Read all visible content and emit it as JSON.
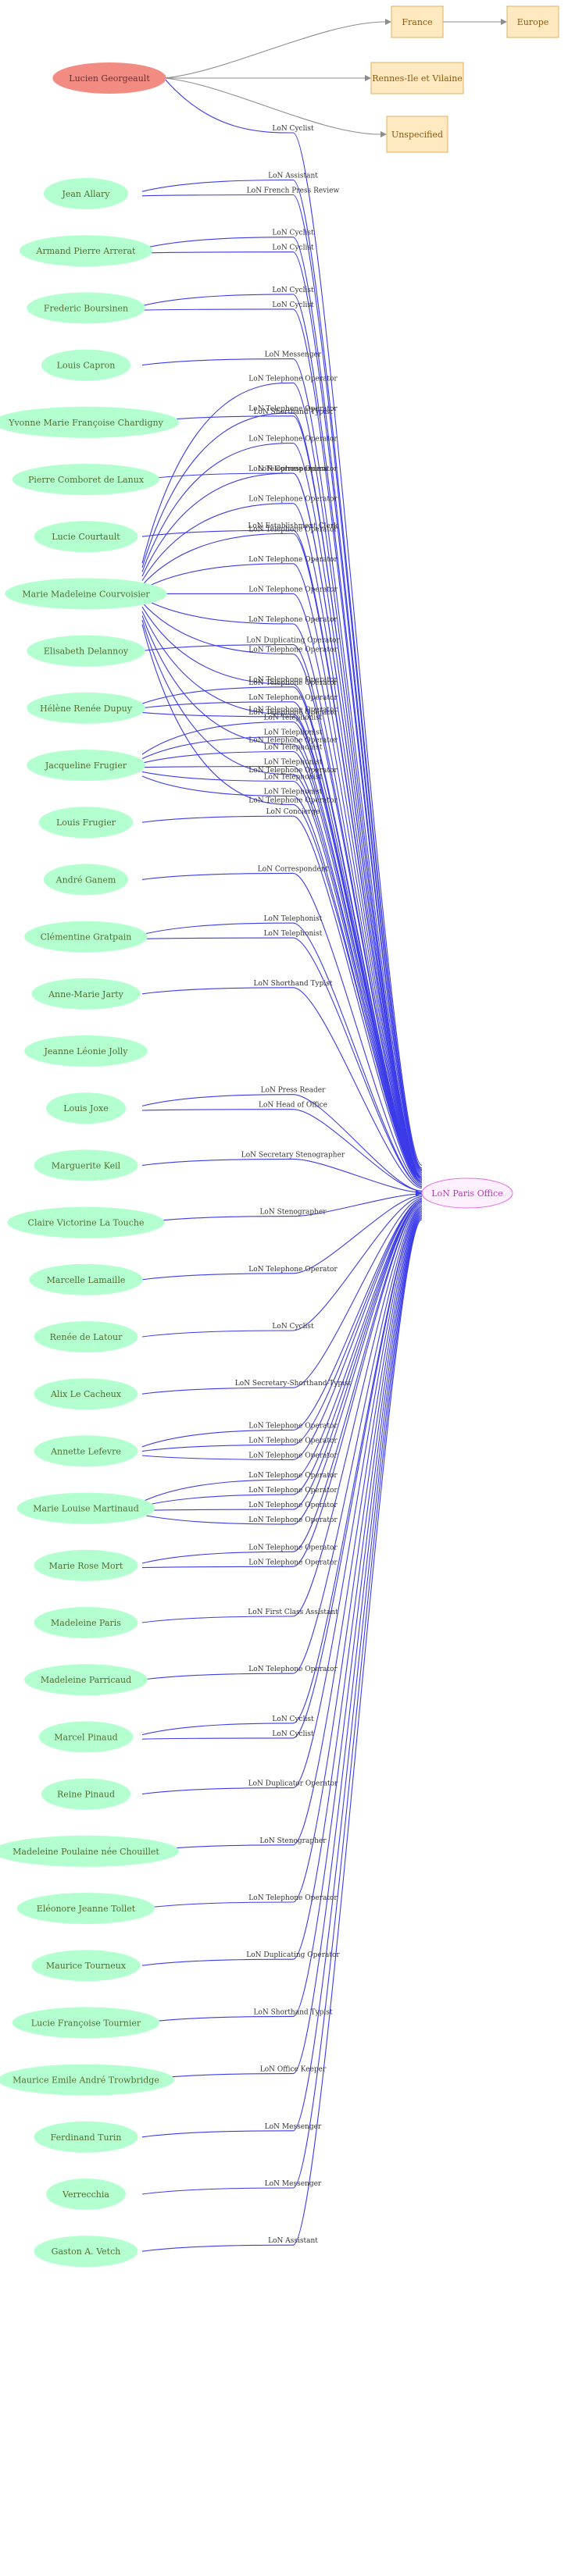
{
  "graph": {
    "central_node": "LoN Paris Office",
    "root_node": "Lucien Georgeault",
    "location_nodes": [
      "France",
      "Europe",
      "Rennes-Ile et Vilaine",
      "Unspecified"
    ],
    "location_edges": [
      {
        "from": "Lucien Georgeault",
        "to": "France"
      },
      {
        "from": "France",
        "to": "Europe"
      },
      {
        "from": "Lucien Georgeault",
        "to": "Rennes-Ile et Vilaine"
      },
      {
        "from": "Lucien Georgeault",
        "to": "Unspecified"
      }
    ],
    "people": [
      {
        "name": "Lucien Georgeault",
        "roles": [
          "LoN Cyclist"
        ]
      },
      {
        "name": "Jean Allary",
        "roles": [
          "LoN Assistant",
          "LoN French Press Review"
        ]
      },
      {
        "name": "Armand Pierre Arrerat",
        "roles": [
          "LoN Cyclist",
          "LoN Cyclist"
        ]
      },
      {
        "name": "Frederic Boursinen",
        "roles": [
          "LoN Cyclist",
          "LoN Cyclist"
        ]
      },
      {
        "name": "Louis Capron",
        "roles": [
          "LoN Messenger"
        ]
      },
      {
        "name": "Yvonne Marie Françoise Chardigny",
        "roles": [
          "LoN Shorthand Typist"
        ]
      },
      {
        "name": "Pierre Comboret de Lanux",
        "roles": [
          "LoN Correspondent"
        ]
      },
      {
        "name": "Lucie Courtault",
        "roles": [
          "LoN Establishment Clerk"
        ]
      },
      {
        "name": "Marie Madeleine Courvoisier",
        "roles": [
          "LoN Telephone Operator",
          "LoN Telephone Operator",
          "LoN Telephone Operator",
          "LoN Telephone Operator",
          "LoN Telephone Operator",
          "LoN Telephone Operator",
          "LoN Telephone Operator",
          "LoN Telephone Operator",
          "LoN Telephone Operator",
          "LoN Telephone Operator",
          "LoN Telephone Operator",
          "LoN Telephone Operator",
          "LoN Telephone Operator",
          "LoN Telephone Operator",
          "LoN Telephone Operator"
        ]
      },
      {
        "name": "Elisabeth Delannoy",
        "roles": [
          "LoN Duplicating Operator"
        ]
      },
      {
        "name": "Hélène Renée Dupuy",
        "roles": [
          "LoN Telephone Operator",
          "LoN Telephone Operator",
          "LoN Telephone Operator"
        ]
      },
      {
        "name": "Jacqueline Frugier",
        "roles": [
          "LoN Telephonist",
          "LoN Telephonist",
          "LoN Telephonist",
          "LoN Telephonist",
          "LoN Telephonist",
          "LoN Telephonist"
        ]
      },
      {
        "name": "Louis Frugier",
        "roles": [
          "LoN Concierge"
        ]
      },
      {
        "name": "André Ganem",
        "roles": [
          "LoN Correspondent"
        ]
      },
      {
        "name": "Clémentine Gratpain",
        "roles": [
          "LoN Telephonist",
          "LoN Telephonist"
        ]
      },
      {
        "name": "Anne-Marie Jarty",
        "roles": [
          "LoN Shorthand Typist"
        ]
      },
      {
        "name": "Jeanne Léonie Jolly",
        "roles": []
      },
      {
        "name": "Louis Joxe",
        "roles": [
          "LoN Press Reader",
          "LoN Head of Office"
        ]
      },
      {
        "name": "Marguerite Keil",
        "roles": [
          "LoN Secretary Stenographer"
        ]
      },
      {
        "name": "Claire Victorine La Touche",
        "roles": [
          "LoN Stenographer"
        ]
      },
      {
        "name": "Marcelle Lamaille",
        "roles": [
          "LoN Telephone Operator"
        ]
      },
      {
        "name": "Renée de Latour",
        "roles": [
          "LoN Cyclist"
        ]
      },
      {
        "name": "Alix Le Cacheux",
        "roles": [
          "LoN Secretary-Shorthand-Typist"
        ]
      },
      {
        "name": "Annette Lefevre",
        "roles": [
          "LoN Telephone Operator",
          "LoN Telephone Operator",
          "LoN Telephone Operator"
        ]
      },
      {
        "name": "Marie Louise Martinaud",
        "roles": [
          "LoN Telephone Operator",
          "LoN Telephone Operator",
          "LoN Telephone Operator",
          "LoN Telephone Operator"
        ]
      },
      {
        "name": "Marie Rose Mort",
        "roles": [
          "LoN Telephone Operator",
          "LoN Telephone Operator"
        ]
      },
      {
        "name": "Madeleine Paris",
        "roles": [
          "LoN First Class Assistant"
        ]
      },
      {
        "name": "Madeleine Parricaud",
        "roles": [
          "LoN Telephone Operator"
        ]
      },
      {
        "name": "Marcel Pinaud",
        "roles": [
          "LoN Cyclist",
          "LoN Cyclist"
        ]
      },
      {
        "name": "Reine Pinaud",
        "roles": [
          "LoN Duplicator Operator"
        ]
      },
      {
        "name": "Madeleine Poulaine née Chouillet",
        "roles": [
          "LoN Stenographer"
        ]
      },
      {
        "name": "Eléonore Jeanne Tollet",
        "roles": [
          "LoN Telephone Operator"
        ]
      },
      {
        "name": "Maurice Tourneux",
        "roles": [
          "LoN Duplicating Operator"
        ]
      },
      {
        "name": "Lucie Françoise Tournier",
        "roles": [
          "LoN Shorthand Typist"
        ]
      },
      {
        "name": "Maurice Emile André Trowbridge",
        "roles": [
          "LoN Office Keeper"
        ]
      },
      {
        "name": "Ferdinand Turin",
        "roles": [
          "LoN Messenger"
        ]
      },
      {
        "name": "Verrecchia",
        "roles": [
          "LoN Messenger"
        ]
      },
      {
        "name": "Gaston A. Vetch",
        "roles": [
          "LoN Assistant"
        ]
      }
    ]
  }
}
